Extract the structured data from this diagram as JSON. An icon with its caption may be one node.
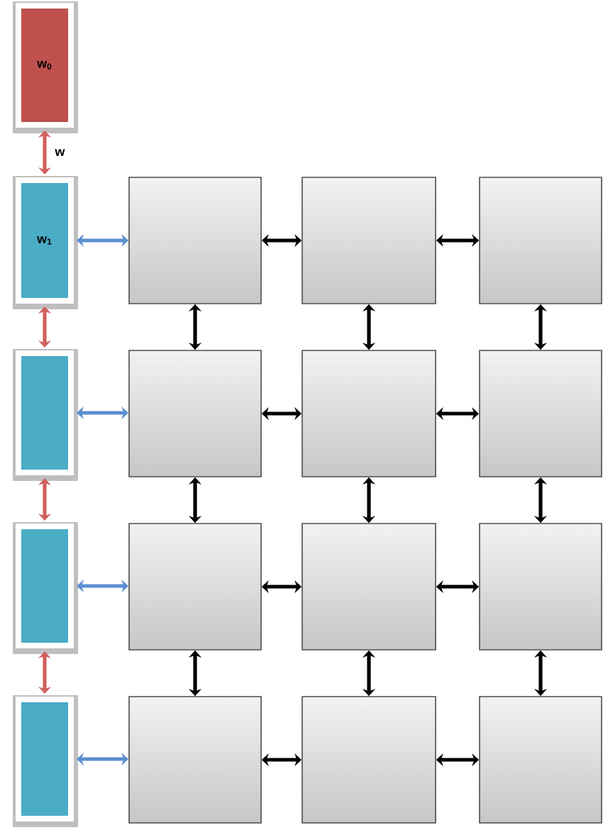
{
  "diagram": {
    "nodes": [
      {
        "text": [
          "w$_{0}$"
        ]
      },
      {
        "text": [
          "w$_{1}$"
        ]
      },
      {
        "text": [],
        "shape": "bar"
      },
      {
        "text": [],
        "shape": "bar"
      },
      {
        "text": [],
        "shape": "bar"
      },
      {
        "text": [],
        "shape": "box"
      },
      {
        "text": [],
        "shape": "box"
      },
      {
        "text": [],
        "shape": "box"
      },
      {
        "text": [],
        "shape": "box"
      },
      {
        "text": [],
        "shape": "box"
      },
      {
        "text": [],
        "shape": "box"
      },
      {
        "text": [],
        "shape": "box"
      },
      {
        "text": [],
        "shape": "box"
      },
      {
        "text": [],
        "shape": "box"
      },
      {
        "text": [],
        "shape": "box"
      },
      {
        "text": [],
        "shape": "box"
      },
      {
        "text": [],
        "shape": "box"
      }
    ],
    "edges": [
      {
        "from": 0,
        "to": 1,
        "arrow": "both",
        "label": "w",
        "color": "#d0605e"
      },
      {
        "from": 1,
        "to": 2,
        "arrow": "both",
        "color": "#d0605e"
      },
      {
        "from": 2,
        "to": 3,
        "arrow": "both",
        "color": "#d0605e"
      },
      {
        "from": 3,
        "to": 4,
        "arrow": "both",
        "color": "#d0605e"
      },
      {
        "from": 1,
        "to": 5,
        "arrow": "both",
        "color": "#5b8fd0"
      },
      {
        "from": 2,
        "to": 8,
        "arrow": "both",
        "color": "#5b8fd0"
      },
      {
        "from": 3,
        "to": 11,
        "arrow": "both",
        "color": "#5b8fd0"
      },
      {
        "from": 4,
        "to": 14,
        "arrow": "both",
        "color": "#5b8fd0"
      },
      {
        "from": 5,
        "to": 6,
        "arrow": "both"
      },
      {
        "from": 6,
        "to": 7,
        "arrow": "both"
      },
      {
        "from": 8,
        "to": 9,
        "arrow": "both"
      },
      {
        "from": 9,
        "to": 10,
        "arrow": "both"
      },
      {
        "from": 11,
        "to": 12,
        "arrow": "both"
      },
      {
        "from": 12,
        "to": 13,
        "arrow": "both"
      },
      {
        "from": 14,
        "to": 15,
        "arrow": "both"
      },
      {
        "from": 15,
        "to": 16,
        "arrow": "both"
      },
      {
        "from": 5,
        "to": 8,
        "arrow": "both"
      },
      {
        "from": 8,
        "to": 11,
        "arrow": "both"
      },
      {
        "from": 11,
        "to": 14,
        "arrow": "both"
      },
      {
        "from": 6,
        "to": 9,
        "arrow": "both"
      },
      {
        "from": 9,
        "to": 12,
        "arrow": "both"
      },
      {
        "from": 12,
        "to": 15,
        "arrow": "both"
      },
      {
        "from": 7,
        "to": 10,
        "arrow": "both"
      },
      {
        "from": 10,
        "to": 13,
        "arrow": "both"
      },
      {
        "from": 13,
        "to": 16,
        "arrow": "both"
      }
    ]
  }
}
